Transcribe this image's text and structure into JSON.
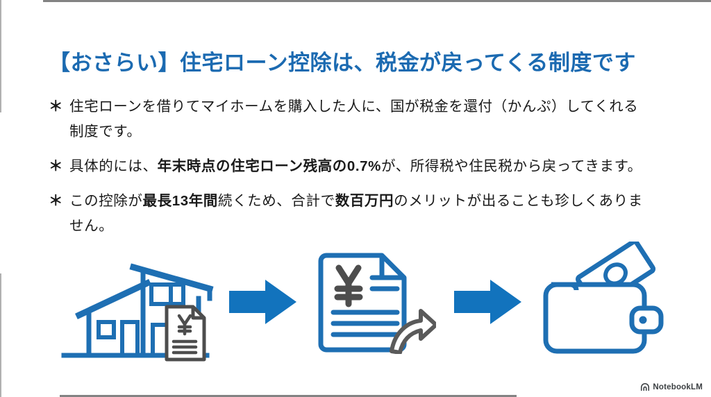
{
  "slide": {
    "title": "【おさらい】住宅ローン控除は、税金が戻ってくる制度です",
    "bullets": [
      {
        "marker": "＊",
        "segments": [
          {
            "text": "住宅ローンを借りてマイホームを購入した人に、国が税金を還付（かんぷ）してくれる",
            "bold": false
          },
          {
            "br": true
          },
          {
            "text": "制度です。",
            "bold": false
          }
        ]
      },
      {
        "marker": "＊",
        "segments": [
          {
            "text": "具体的には、",
            "bold": false
          },
          {
            "text": "年末時点の住宅ローン残高の0.7%",
            "bold": true
          },
          {
            "text": "が、所得税や住民税から戻ってきます。",
            "bold": false
          }
        ]
      },
      {
        "marker": "＊",
        "segments": [
          {
            "text": "この控除が",
            "bold": false
          },
          {
            "text": "最長13年間",
            "bold": true
          },
          {
            "text": "続くため、合計で",
            "bold": false
          },
          {
            "text": "数百万円",
            "bold": true
          },
          {
            "text": "のメリットが出ることも珍しくありま",
            "bold": false
          },
          {
            "br": true
          },
          {
            "text": "せん。",
            "bold": false
          }
        ]
      }
    ],
    "flow_icons": [
      "house-with-invoice-icon",
      "arrow-right-icon",
      "yen-document-refund-icon",
      "arrow-right-icon",
      "wallet-with-banknote-icon"
    ],
    "watermark": {
      "label": "NotebookLM"
    },
    "colors": {
      "title_blue": "#1b6ab1",
      "icon_blue": "#1e6fb3",
      "arrow_blue": "#1273bd",
      "icon_gray": "#4d4d4d",
      "text_black": "#1a1a1a"
    }
  }
}
